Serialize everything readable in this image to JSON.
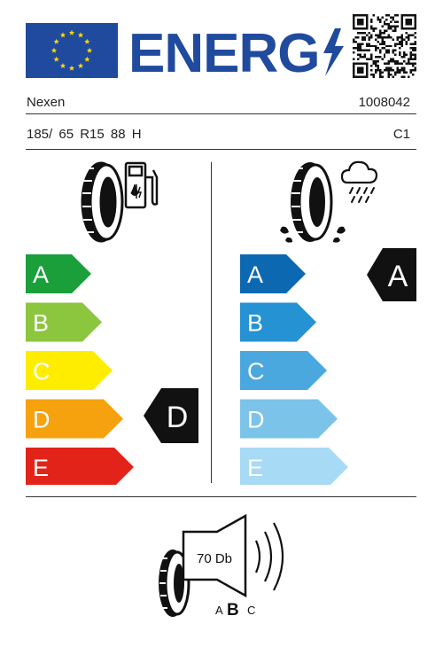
{
  "header": {
    "title": "ENERG",
    "flag_color": "#1f4a9e",
    "title_color": "#1f4a9e"
  },
  "product": {
    "brand": "Nexen",
    "article_number": "1008042",
    "size": "185/ 65 R15 88 H",
    "tyre_class": "C1"
  },
  "fuel_efficiency": {
    "icon": "fuel-pump-icon",
    "classes": [
      "A",
      "B",
      "C",
      "D",
      "E"
    ],
    "colors": [
      "#1a9f3b",
      "#8cc63f",
      "#ffed00",
      "#f6a20e",
      "#e2231a"
    ],
    "rating": "D"
  },
  "wet_grip": {
    "icon": "rain-cloud-icon",
    "classes": [
      "A",
      "B",
      "C",
      "D",
      "E"
    ],
    "colors": [
      "#0c68b1",
      "#2592d3",
      "#4aa8df",
      "#7cc3ea",
      "#a7daf5"
    ],
    "rating": "A"
  },
  "noise": {
    "icon": "speaker-icon",
    "value": "70 Db",
    "classes": [
      "A",
      "B",
      "C"
    ],
    "selected": "B"
  }
}
